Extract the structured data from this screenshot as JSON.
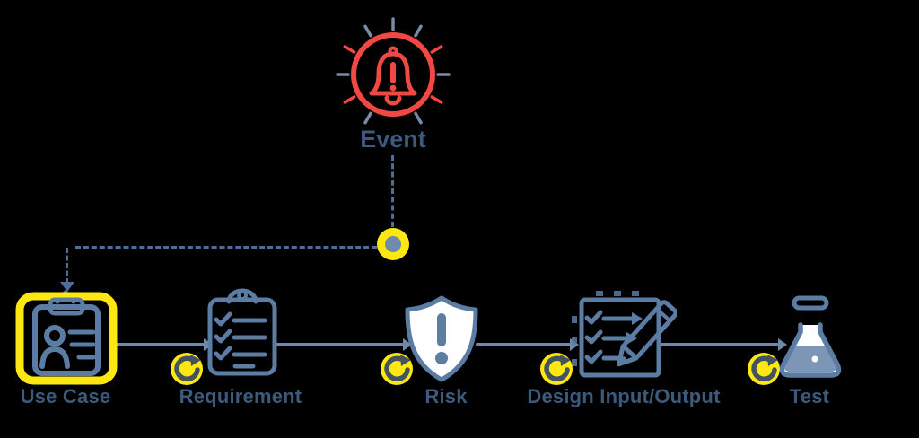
{
  "event": {
    "label": "Event",
    "icon": "alarm-bell-icon"
  },
  "junction": {
    "icon": "connector-dot-icon"
  },
  "flow": {
    "nodes": [
      {
        "id": "use-case",
        "label": "Use Case",
        "icon": "user-card-clipboard-icon",
        "highlighted": true
      },
      {
        "id": "requirement",
        "label": "Requirement",
        "icon": "checklist-clipboard-icon",
        "has_refresh_badge": true
      },
      {
        "id": "risk",
        "label": "Risk",
        "icon": "shield-exclamation-icon",
        "has_refresh_badge": true
      },
      {
        "id": "design-input-output",
        "label": "Design Input/Output",
        "icon": "document-pencil-icon",
        "has_refresh_badge": true
      },
      {
        "id": "test",
        "label": "Test",
        "icon": "flask-icon",
        "has_refresh_badge": true
      }
    ]
  },
  "colors": {
    "background": "#000000",
    "alert_red": "#f04843",
    "highlight_yellow": "#ffe712",
    "connector_slate": "#7089a9",
    "icon_blue": "#5b7ca3",
    "label_blue": "#3d5a7d",
    "dash_blue": "#4e6e95",
    "refresh_arrow": "#44545e",
    "liquid_blue": "#7e96b6"
  }
}
